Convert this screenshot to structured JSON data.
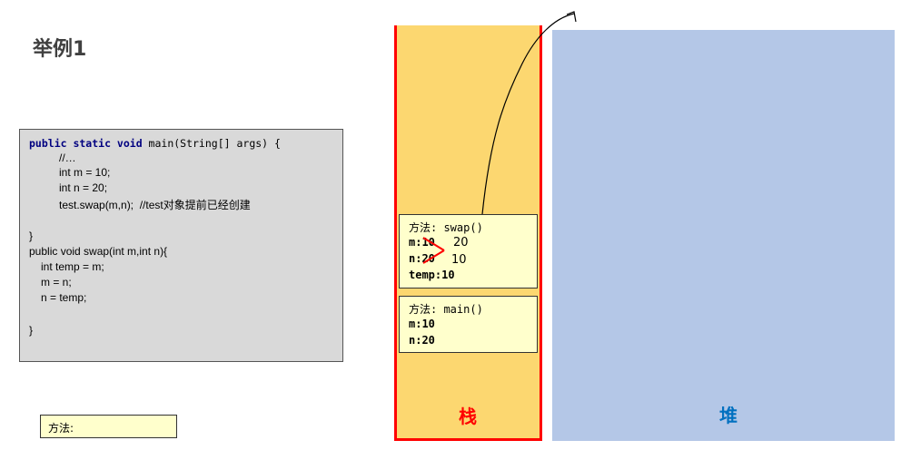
{
  "title": "举例1",
  "code": {
    "l1_kw": "public static void",
    "l1_rest": " main(String[] args) {",
    "l2": "//…",
    "l3": "int m = 10;",
    "l4": "int n = 20;",
    "l5": "test.swap(m,n);  //test对象提前已经创建",
    "l6": "}",
    "l7": "public void swap(int m,int n){",
    "l8": "int temp = m;",
    "l9": "m = n;",
    "l10": "n = temp;",
    "l11": "}"
  },
  "method_label": "方法:",
  "stack_label": "栈",
  "heap_label": "堆",
  "swap_frame": {
    "method": "方法: swap()",
    "m_prefix": "m:",
    "m_old": "10",
    "m_new": "20",
    "n_prefix": "n:",
    "n_old": "20",
    "n_new": "10",
    "temp": "temp:10"
  },
  "main_frame": {
    "method": "方法: main()",
    "m": "m:10",
    "n": "n:20"
  },
  "colors": {
    "stack": "#fcd770",
    "stack_border": "#ff0000",
    "heap": "#b4c7e7",
    "frame": "#ffffcc",
    "code_bg": "#d9d9d9"
  }
}
